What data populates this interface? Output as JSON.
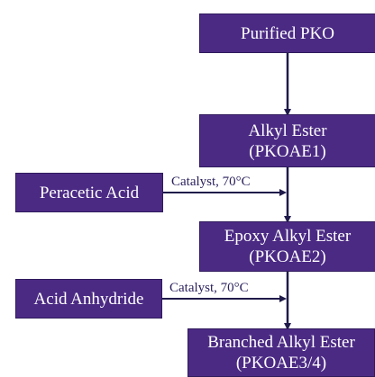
{
  "nodes": {
    "purified_pko": {
      "lines": [
        "Purified PKO"
      ]
    },
    "alkyl_ester": {
      "lines": [
        "Alkyl Ester",
        "(PKOAE1)"
      ]
    },
    "peracetic_acid": {
      "lines": [
        "Peracetic Acid"
      ]
    },
    "epoxy_alkyl_ester": {
      "lines": [
        "Epoxy Alkyl Ester",
        "(PKOAE2)"
      ]
    },
    "acid_anhydride": {
      "lines": [
        "Acid Anhydride"
      ]
    },
    "branched_alkyl_ester": {
      "lines": [
        "Branched Alkyl Ester",
        "(PKOAE3/4)"
      ]
    }
  },
  "edge_labels": {
    "peracetic_to_main": "Catalyst, 70°C",
    "anhydride_to_main": "Catalyst, 70°C"
  },
  "colors": {
    "node_fill": "#4b2a84",
    "node_text": "#ffffff",
    "arrow": "#1f1a4a",
    "label_text": "#2a1f5c"
  }
}
